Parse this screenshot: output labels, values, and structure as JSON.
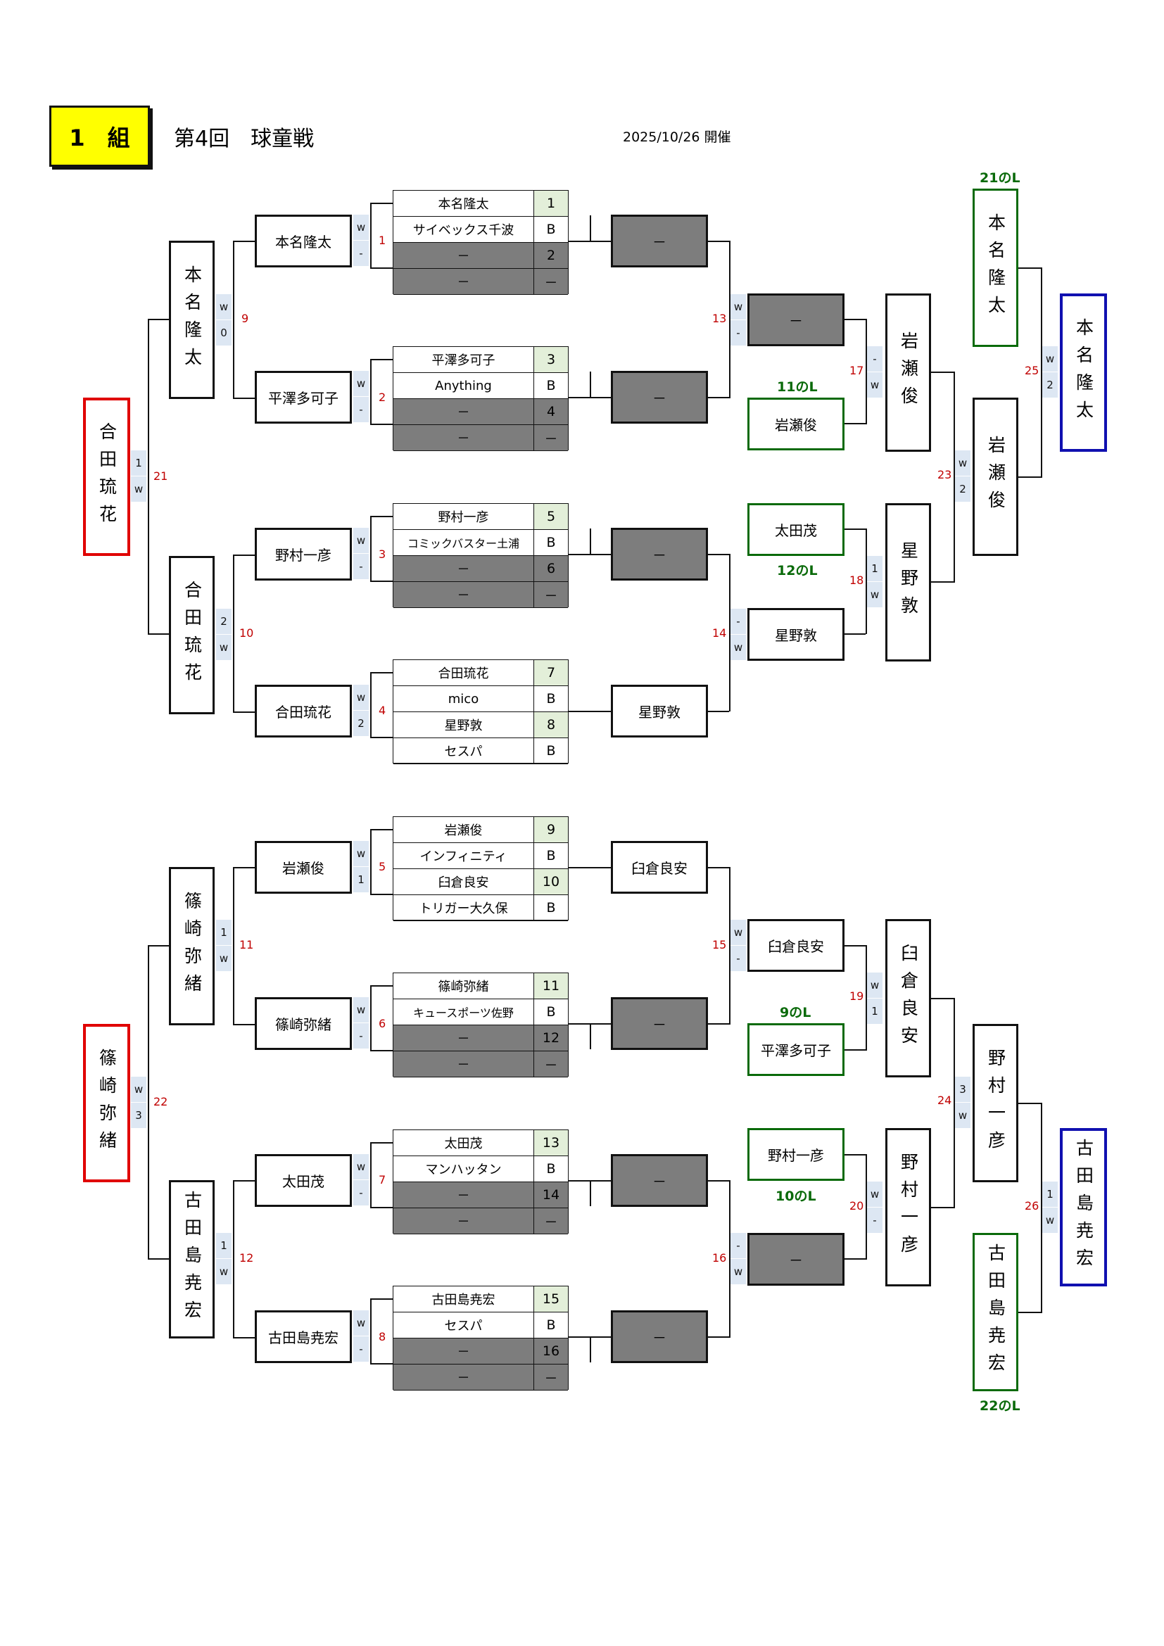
{
  "header": {
    "group": "1　組",
    "title": "第4回　球童戦",
    "date": "2025/10/26 開催"
  },
  "colors": {
    "group_badge": "#ffff00",
    "final_winner": "#e00000",
    "finalist": "#1010b0",
    "loser_entry": "#0a6a0a",
    "seed_bg": "#e3efd9",
    "score_bg": "#dde7f3",
    "match_no": "#c00000"
  },
  "seeds": {
    "g1": [
      {
        "name": "本名隆太",
        "seed": "1"
      },
      {
        "name": "サイベックス千波",
        "seed": "B"
      },
      {
        "name": "－",
        "seed": "2"
      },
      {
        "name": "－",
        "seed": "－"
      }
    ],
    "g2": [
      {
        "name": "平澤多可子",
        "seed": "3"
      },
      {
        "name": "Anything",
        "seed": "B"
      },
      {
        "name": "－",
        "seed": "4"
      },
      {
        "name": "－",
        "seed": "－"
      }
    ],
    "g3": [
      {
        "name": "野村一彦",
        "seed": "5"
      },
      {
        "name": "コミックバスター土浦",
        "seed": "B"
      },
      {
        "name": "－",
        "seed": "6"
      },
      {
        "name": "－",
        "seed": "－"
      }
    ],
    "g4": [
      {
        "name": "合田琉花",
        "seed": "7"
      },
      {
        "name": "mico",
        "seed": "B"
      },
      {
        "name": "星野敦",
        "seed": "8"
      },
      {
        "name": "セスパ",
        "seed": "B"
      }
    ],
    "g5": [
      {
        "name": "岩瀬俊",
        "seed": "9"
      },
      {
        "name": "インフィニティ",
        "seed": "B"
      },
      {
        "name": "臼倉良安",
        "seed": "10"
      },
      {
        "name": "トリガー大久保",
        "seed": "B"
      }
    ],
    "g6": [
      {
        "name": "篠崎弥緒",
        "seed": "11"
      },
      {
        "name": "キュースポーツ佐野",
        "seed": "B"
      },
      {
        "name": "－",
        "seed": "12"
      },
      {
        "name": "－",
        "seed": "－"
      }
    ],
    "g7": [
      {
        "name": "太田茂",
        "seed": "13"
      },
      {
        "name": "マンハッタン",
        "seed": "B"
      },
      {
        "name": "－",
        "seed": "14"
      },
      {
        "name": "－",
        "seed": "－"
      }
    ],
    "g8": [
      {
        "name": "古田島尭宏",
        "seed": "15"
      },
      {
        "name": "セスパ",
        "seed": "B"
      },
      {
        "name": "－",
        "seed": "16"
      },
      {
        "name": "－",
        "seed": "－"
      }
    ]
  },
  "wr1": [
    "本名隆太",
    "平澤多可子",
    "野村一彦",
    "合田琉花",
    "岩瀬俊",
    "篠崎弥緒",
    "太田茂",
    "古田島尭宏"
  ],
  "wr2": [
    "本名隆太",
    "合田琉花",
    "篠崎弥緒",
    "古田島尭宏"
  ],
  "winner_top": "合田琉花",
  "winner_bottom": "篠崎弥緒",
  "lr1": [
    "－",
    "－",
    "－",
    "星野敦",
    "臼倉良安",
    "－",
    "－",
    "－"
  ],
  "lr2": [
    "－",
    "星野敦",
    "臼倉良安",
    "－"
  ],
  "drop": {
    "top1": {
      "label": "11のL",
      "name": "岩瀬俊"
    },
    "top2": {
      "label": "12のL",
      "name": "太田茂"
    },
    "bot1": {
      "label": "9のL",
      "name": "平澤多可子"
    },
    "bot2": {
      "label": "10のL",
      "name": "野村一彦"
    }
  },
  "lr3": [
    "岩瀬俊",
    "星野敦",
    "臼倉良安",
    "野村一彦"
  ],
  "lr4": [
    "岩瀬俊",
    "野村一彦"
  ],
  "drop_final": {
    "top": {
      "label": "21のL",
      "name": "本名隆太"
    },
    "bot": {
      "label": "22のL",
      "name": "古田島尭宏"
    }
  },
  "finalists": [
    "本名隆太",
    "古田島尭宏"
  ],
  "match_nums": [
    "1",
    "2",
    "3",
    "4",
    "5",
    "6",
    "7",
    "8",
    "9",
    "10",
    "11",
    "12",
    "13",
    "14",
    "15",
    "16",
    "17",
    "18",
    "19",
    "20",
    "21",
    "22",
    "23",
    "24",
    "25",
    "26"
  ],
  "scores": {
    "m1": [
      "w",
      "-"
    ],
    "m2": [
      "w",
      "-"
    ],
    "m3": [
      "w",
      "-"
    ],
    "m4": [
      "w",
      "2"
    ],
    "m5": [
      "w",
      "1"
    ],
    "m6": [
      "w",
      "-"
    ],
    "m7": [
      "w",
      "-"
    ],
    "m8": [
      "w",
      "-"
    ],
    "m9": [
      "w",
      "0"
    ],
    "m10": [
      "2",
      "w"
    ],
    "m11": [
      "1",
      "w"
    ],
    "m12": [
      "1",
      "w"
    ],
    "m13": [
      "w",
      "-"
    ],
    "m14": [
      "-",
      "w"
    ],
    "m15": [
      "w",
      "-"
    ],
    "m16": [
      "-",
      "w"
    ],
    "m17": [
      "-",
      "w"
    ],
    "m18": [
      "1",
      "w"
    ],
    "m19": [
      "w",
      "1"
    ],
    "m20": [
      "w",
      "-"
    ],
    "m21": [
      "1",
      "w"
    ],
    "m22": [
      "w",
      "3"
    ],
    "m23": [
      "w",
      "2"
    ],
    "m24": [
      "3",
      "w"
    ],
    "m25": [
      "w",
      "2"
    ],
    "m26": [
      "1",
      "w"
    ]
  }
}
